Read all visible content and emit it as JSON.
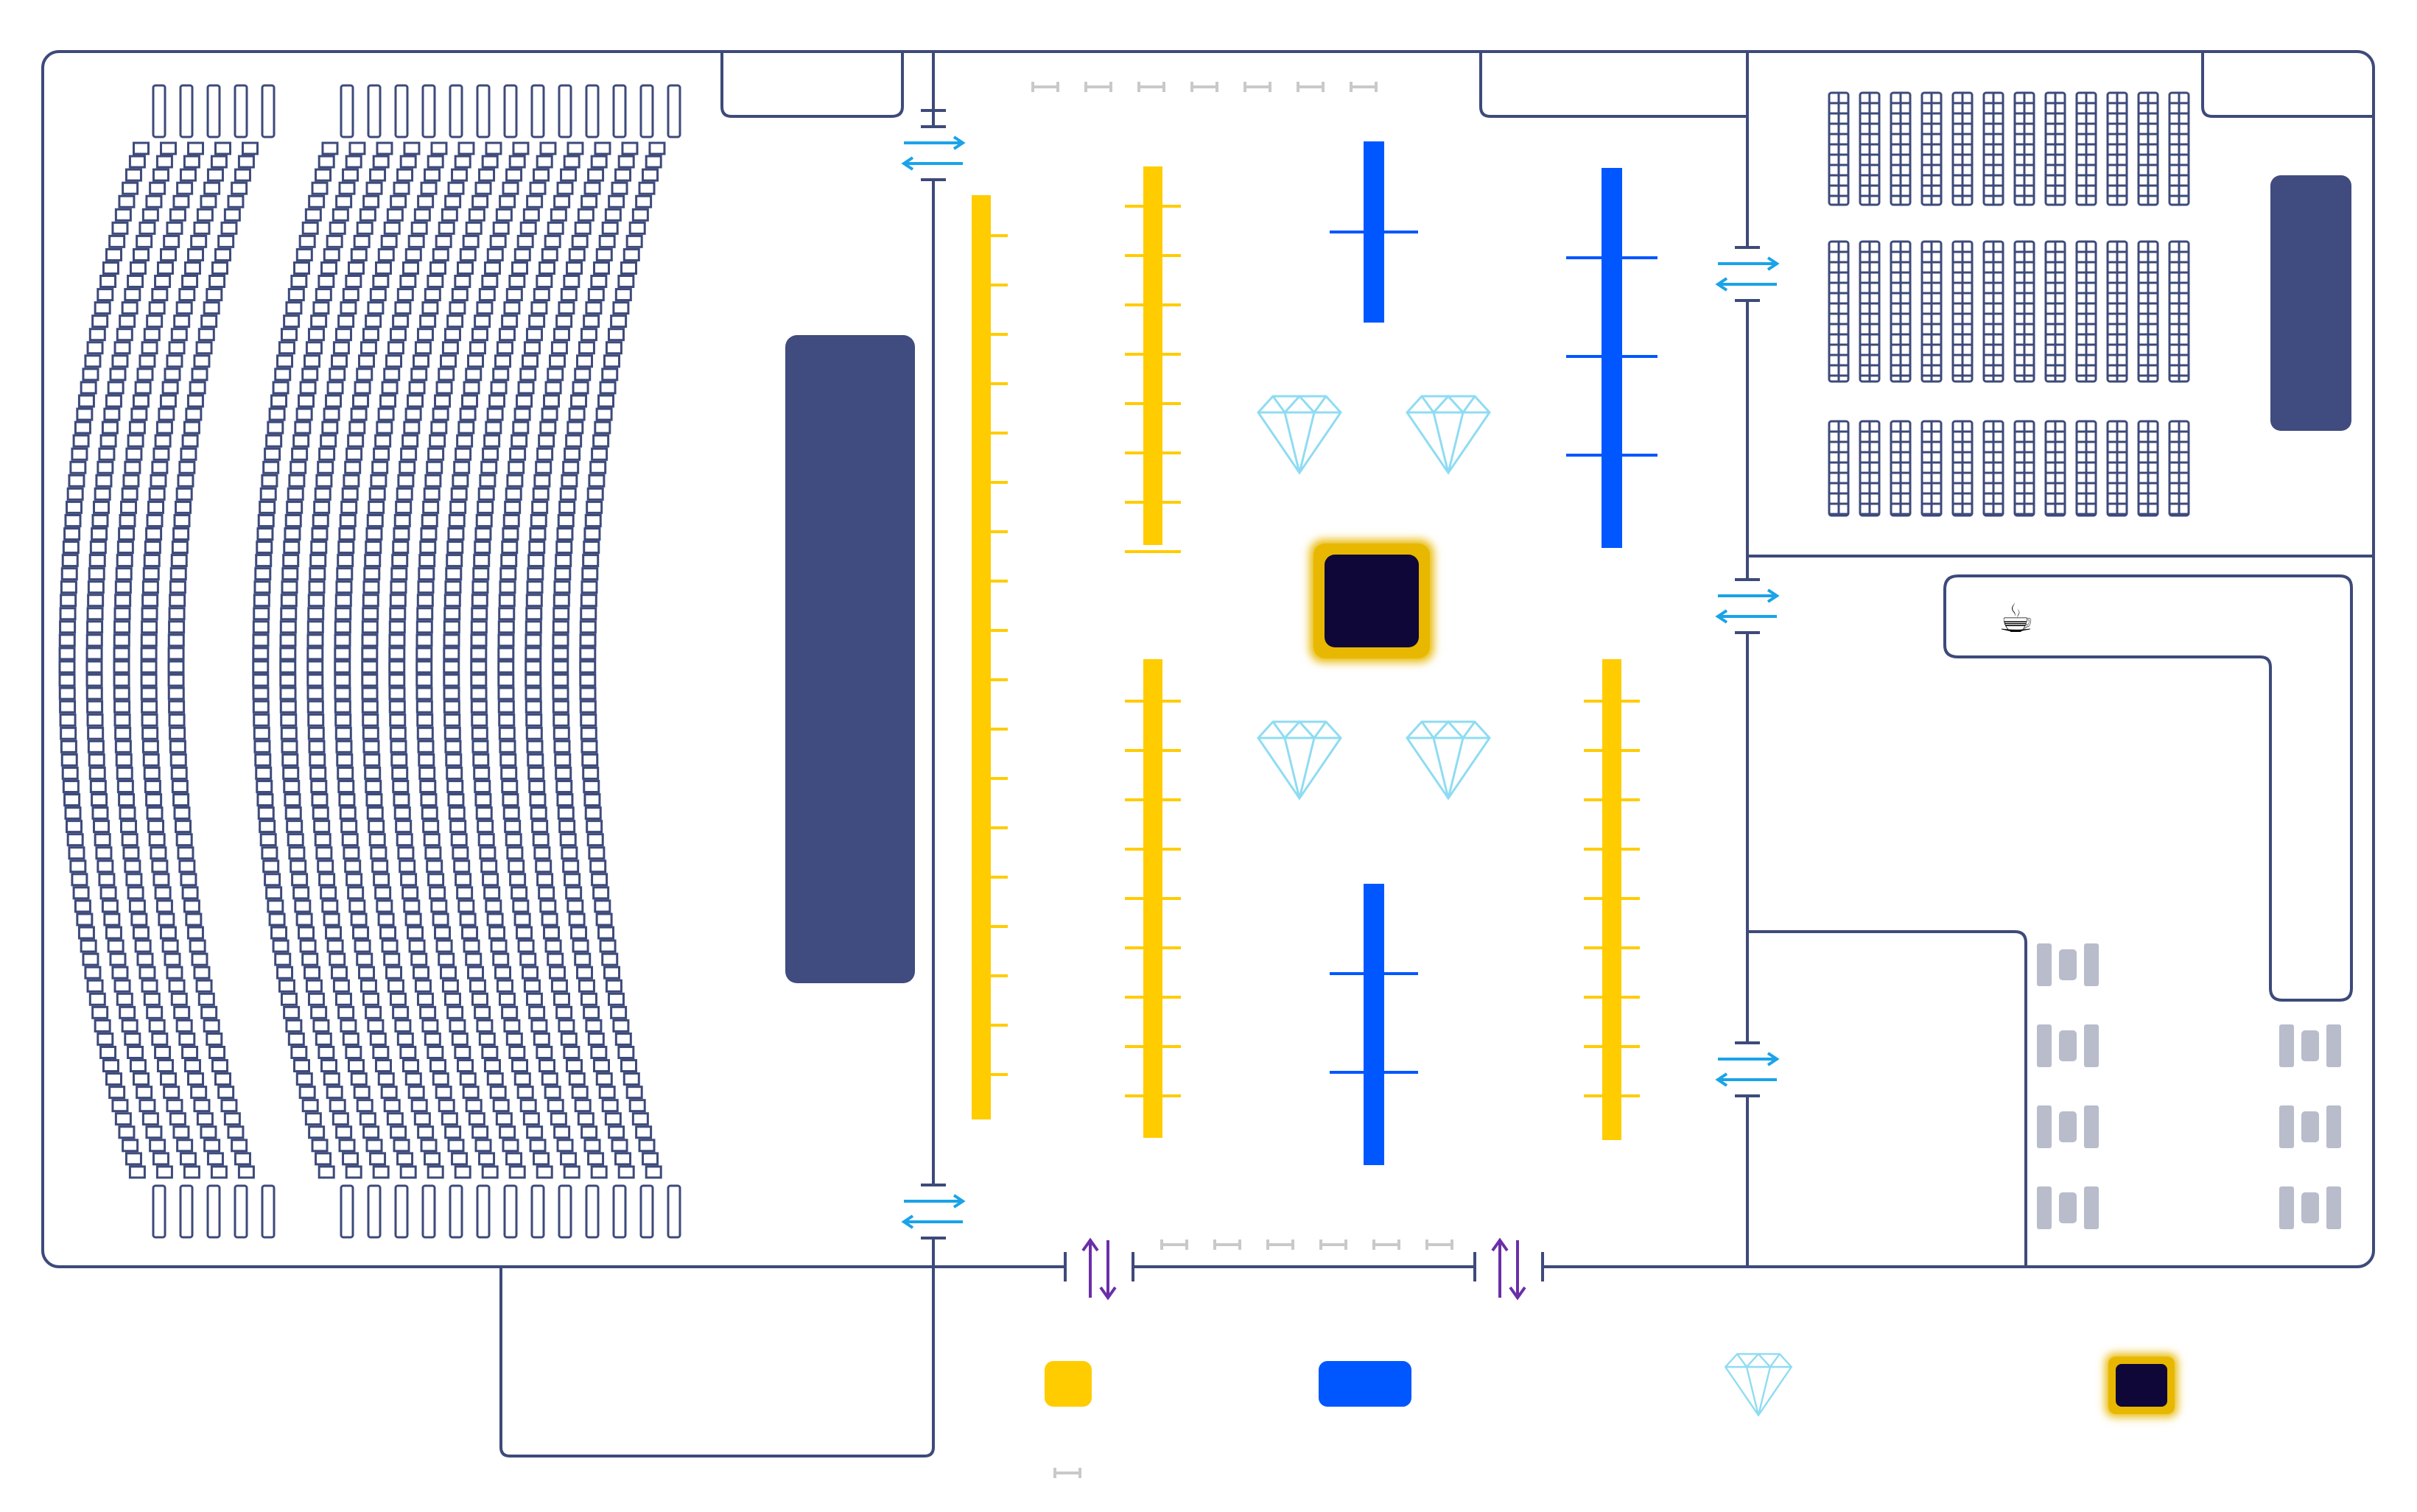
{
  "floor_plan": {
    "colors": {
      "wall": "#3d4a7a",
      "stage": "#404b7f",
      "yellow_booth": "#ffcc00",
      "blue_booth": "#0057ff",
      "diamond": "#8fdcf2",
      "feature_dark": "#0e0738",
      "feature_glow": "#e8b800",
      "door_arrow": "#1aa3e8",
      "stairs_arrow": "#6a2fa8",
      "lounge_chair": "#b8bccb",
      "barrier": "#c9c9c9"
    },
    "icons": {
      "door": "two-way-arrow-icon",
      "stairs": "up-down-arrow-icon",
      "diamond": "diamond-icon",
      "coffee": "coffee-cup-icon",
      "barrier": "stanchion-barrier-icon"
    },
    "coffee_glyph": "☕",
    "legend": [
      "yellow-booth",
      "blue-booth",
      "diamond",
      "featured-display",
      "barrier"
    ]
  }
}
